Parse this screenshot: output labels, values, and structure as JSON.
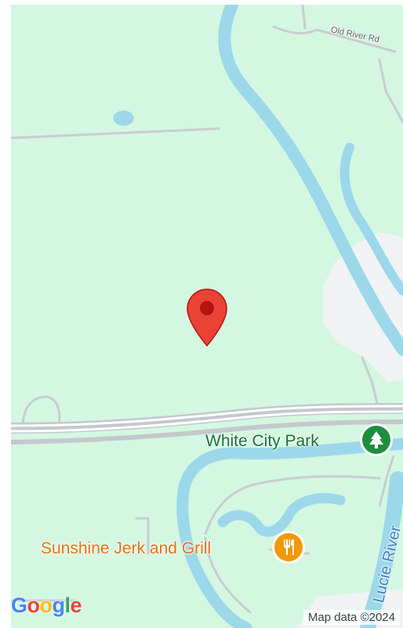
{
  "map": {
    "road_label": "Old River Rd",
    "river_label": "Lucie River",
    "pois": {
      "park": {
        "name": "White City Park",
        "icon": "tree-icon",
        "color": "#1e8e3e"
      },
      "restaurant": {
        "name": "Sunshine Jerk and Grill",
        "icon": "fork-knife-icon",
        "color": "#f29900"
      }
    },
    "marker": {
      "icon": "map-pin-icon",
      "color": "#ea4335"
    },
    "colors": {
      "land": "#d4f7e2",
      "water": "#9cd8ea",
      "road": "#ffffff",
      "urban": "#f1f3f4"
    }
  },
  "branding": {
    "logo_letters": [
      "G",
      "o",
      "o",
      "g",
      "l",
      "e"
    ],
    "logo_colors": [
      "#4285f4",
      "#ea4335",
      "#fbbc05",
      "#4285f4",
      "#34a853",
      "#ea4335"
    ]
  },
  "attribution": "Map data ©2024"
}
